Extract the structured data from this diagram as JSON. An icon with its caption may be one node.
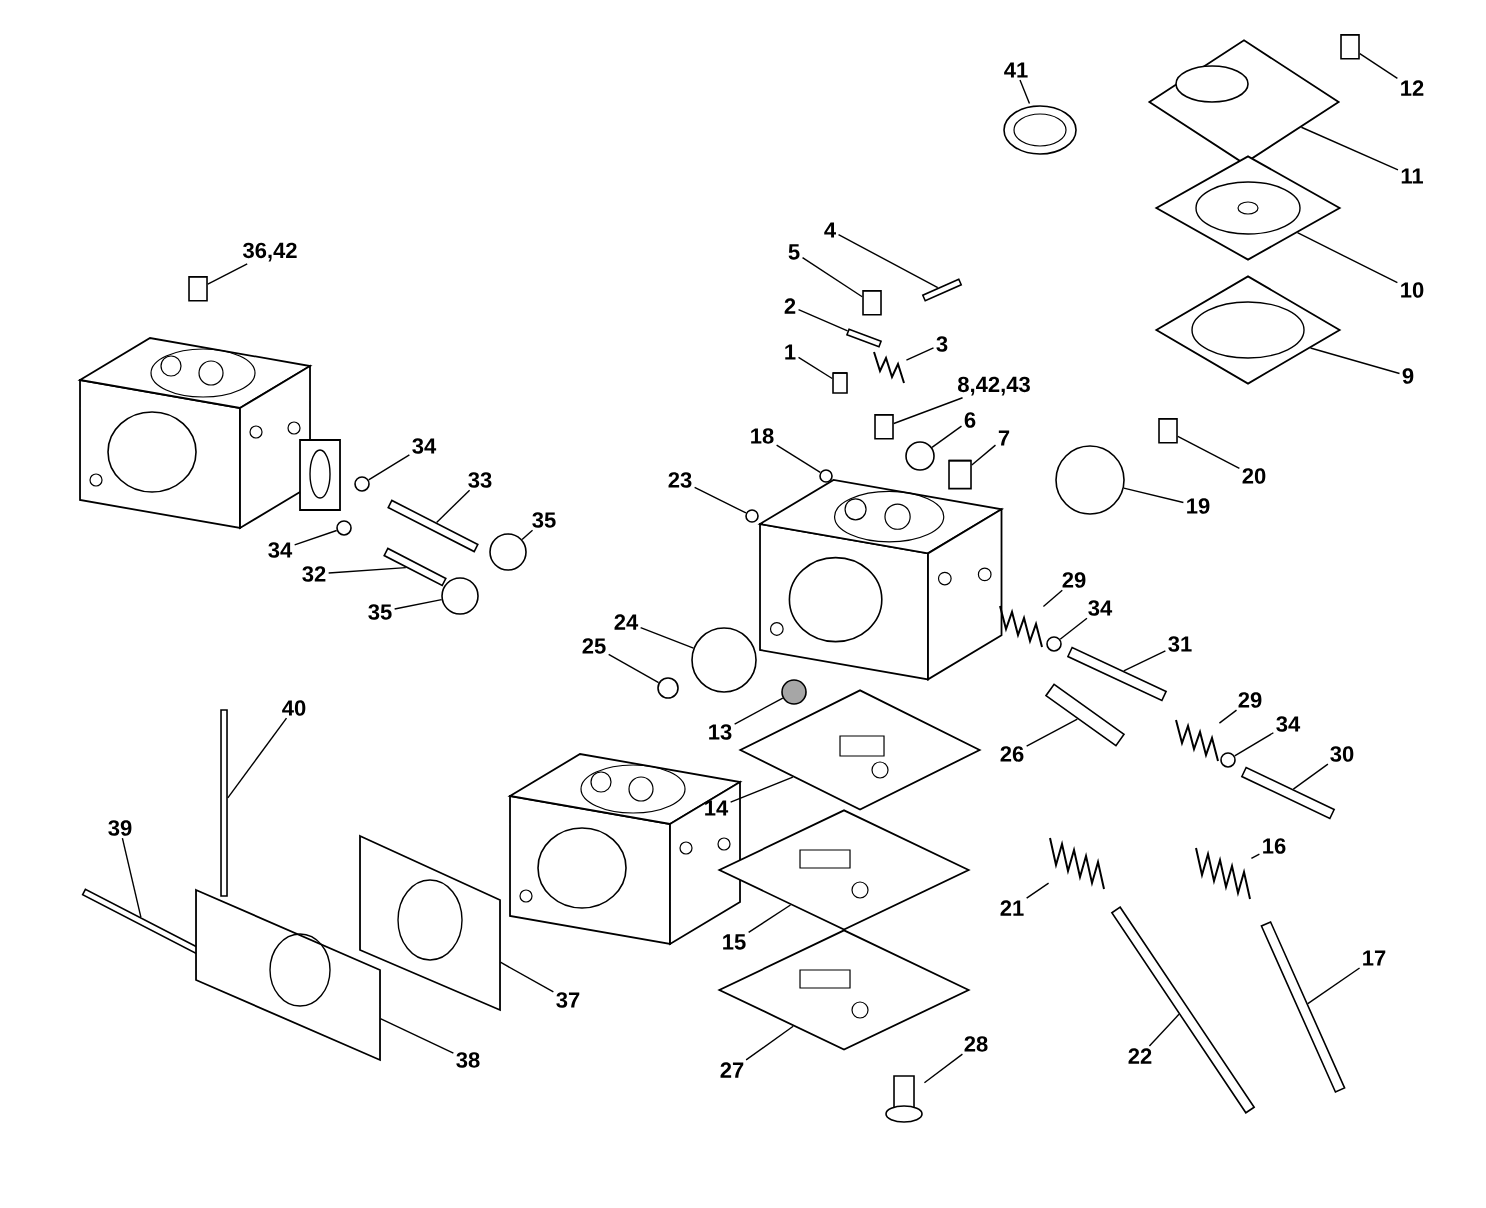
{
  "diagram": {
    "nodes": [
      {
        "text": [
          "41"
        ]
      },
      {
        "text": [
          "12"
        ]
      },
      {
        "text": [
          "11"
        ]
      },
      {
        "text": [
          "4"
        ]
      },
      {
        "text": [
          "5"
        ]
      },
      {
        "text": [
          "36,42"
        ]
      },
      {
        "text": [
          "10"
        ]
      },
      {
        "text": [
          "2"
        ]
      },
      {
        "text": [
          "3"
        ]
      },
      {
        "text": [
          "1"
        ]
      },
      {
        "text": [
          "9"
        ]
      },
      {
        "text": [
          "8,42,43"
        ]
      },
      {
        "text": [
          "6"
        ]
      },
      {
        "text": [
          "18"
        ]
      },
      {
        "text": [
          "7"
        ]
      },
      {
        "text": [
          "34"
        ]
      },
      {
        "text": [
          "20"
        ]
      },
      {
        "text": [
          "33"
        ]
      },
      {
        "text": [
          "23"
        ]
      },
      {
        "text": [
          "19"
        ]
      },
      {
        "text": [
          "35"
        ]
      },
      {
        "text": [
          "34"
        ]
      },
      {
        "text": [
          "32"
        ]
      },
      {
        "text": [
          "29"
        ]
      },
      {
        "text": [
          "34"
        ]
      },
      {
        "text": [
          "35"
        ]
      },
      {
        "text": [
          "24"
        ]
      },
      {
        "text": [
          "31"
        ]
      },
      {
        "text": [
          "25"
        ]
      },
      {
        "text": [
          "29"
        ]
      },
      {
        "text": [
          "40"
        ]
      },
      {
        "text": [
          "34"
        ]
      },
      {
        "text": [
          "13"
        ]
      },
      {
        "text": [
          "26"
        ]
      },
      {
        "text": [
          "30"
        ]
      },
      {
        "text": [
          "14"
        ]
      },
      {
        "text": [
          "39"
        ]
      },
      {
        "text": [
          "16"
        ]
      },
      {
        "text": [
          "21"
        ]
      },
      {
        "text": [
          "15"
        ]
      },
      {
        "text": [
          "17"
        ]
      },
      {
        "text": [
          "37"
        ]
      },
      {
        "text": [
          "28"
        ]
      },
      {
        "text": [
          "22"
        ]
      },
      {
        "text": [
          "38"
        ]
      },
      {
        "text": [
          "27"
        ]
      },
      {
        "text": [],
        "shape": "picture"
      },
      {
        "text": [],
        "shape": "cylinder"
      },
      {
        "text": [],
        "shape": "diamond"
      },
      {
        "text": [],
        "shape": "bar"
      },
      {
        "text": [],
        "shape": "cylinder"
      },
      {
        "text": [],
        "shape": "cylinder"
      },
      {
        "text": [],
        "shape": "diamond"
      },
      {
        "text": [],
        "shape": "bar"
      },
      {
        "text": [],
        "shape": "picture"
      },
      {
        "text": [],
        "shape": "cylinder"
      },
      {
        "text": [],
        "shape": "diamond"
      },
      {
        "text": [],
        "shape": "cylinder"
      },
      {
        "text": [],
        "shape": "circle"
      },
      {
        "text": [],
        "shape": "circle"
      },
      {
        "text": [],
        "shape": "cylinder"
      },
      {
        "text": [],
        "shape": "circle"
      },
      {
        "text": [],
        "shape": "cylinder"
      },
      {
        "text": [],
        "shape": "bar"
      },
      {
        "text": [],
        "shape": "circle"
      },
      {
        "text": [],
        "shape": "circle"
      },
      {
        "text": [],
        "shape": "circle"
      },
      {
        "text": [],
        "shape": "circle"
      },
      {
        "text": [],
        "shape": "bar"
      },
      {
        "text": [],
        "shape": "picture"
      },
      {
        "text": [],
        "shape": "circle"
      },
      {
        "text": [],
        "shape": "circle"
      },
      {
        "text": [],
        "shape": "circle"
      },
      {
        "text": [],
        "shape": "bar"
      },
      {
        "text": [],
        "shape": "circle"
      },
      {
        "text": [],
        "shape": "picture"
      },
      {
        "text": [],
        "shape": "bar"
      },
      {
        "text": [],
        "shape": "circle"
      },
      {
        "text": [],
        "shape": "circle"
      },
      {
        "text": [],
        "shape": "bar"
      },
      {
        "text": [],
        "shape": "bar"
      },
      {
        "text": [],
        "shape": "diamond"
      },
      {
        "text": [],
        "shape": "bar"
      },
      {
        "text": [],
        "shape": "picture"
      },
      {
        "text": [],
        "shape": "picture"
      },
      {
        "text": [],
        "shape": "diamond"
      },
      {
        "text": [],
        "shape": "bar"
      },
      {
        "text": [],
        "shape": "picture"
      },
      {
        "text": [],
        "shape": "picture"
      },
      {
        "text": [],
        "shape": "bar"
      },
      {
        "text": [],
        "shape": "picture"
      },
      {
        "text": [],
        "shape": "diamond"
      }
    ],
    "edges": [
      {
        "from": 0,
        "to": 46,
        "arrow": "none"
      },
      {
        "from": 1,
        "to": 47,
        "arrow": "none"
      },
      {
        "from": 2,
        "to": 48,
        "arrow": "none"
      },
      {
        "from": 3,
        "to": 49,
        "arrow": "none"
      },
      {
        "from": 4,
        "to": 50,
        "arrow": "none"
      },
      {
        "from": 5,
        "to": 51,
        "arrow": "none"
      },
      {
        "from": 6,
        "to": 52,
        "arrow": "none"
      },
      {
        "from": 7,
        "to": 53,
        "arrow": "none"
      },
      {
        "from": 8,
        "to": 54,
        "arrow": "none"
      },
      {
        "from": 9,
        "to": 55,
        "arrow": "none"
      },
      {
        "from": 10,
        "to": 56,
        "arrow": "none"
      },
      {
        "from": 11,
        "to": 57,
        "arrow": "none"
      },
      {
        "from": 12,
        "to": 58,
        "arrow": "none"
      },
      {
        "from": 13,
        "to": 59,
        "arrow": "none"
      },
      {
        "from": 14,
        "to": 60,
        "arrow": "none"
      },
      {
        "from": 15,
        "to": 61,
        "arrow": "none"
      },
      {
        "from": 16,
        "to": 62,
        "arrow": "none"
      },
      {
        "from": 17,
        "to": 63,
        "arrow": "none"
      },
      {
        "from": 18,
        "to": 64,
        "arrow": "none"
      },
      {
        "from": 19,
        "to": 65,
        "arrow": "none"
      },
      {
        "from": 20,
        "to": 66,
        "arrow": "none"
      },
      {
        "from": 21,
        "to": 67,
        "arrow": "none"
      },
      {
        "from": 22,
        "to": 68,
        "arrow": "none"
      },
      {
        "from": 23,
        "to": 69,
        "arrow": "none"
      },
      {
        "from": 24,
        "to": 70,
        "arrow": "none"
      },
      {
        "from": 25,
        "to": 71,
        "arrow": "none"
      },
      {
        "from": 26,
        "to": 72,
        "arrow": "none"
      },
      {
        "from": 27,
        "to": 73,
        "arrow": "none"
      },
      {
        "from": 28,
        "to": 74,
        "arrow": "none"
      },
      {
        "from": 29,
        "to": 75,
        "arrow": "none"
      },
      {
        "from": 30,
        "to": 76,
        "arrow": "none"
      },
      {
        "from": 31,
        "to": 77,
        "arrow": "none"
      },
      {
        "from": 32,
        "to": 78,
        "arrow": "none"
      },
      {
        "from": 33,
        "to": 79,
        "arrow": "none"
      },
      {
        "from": 34,
        "to": 80,
        "arrow": "none"
      },
      {
        "from": 35,
        "to": 81,
        "arrow": "none"
      },
      {
        "from": 36,
        "to": 82,
        "arrow": "none"
      },
      {
        "from": 37,
        "to": 83,
        "arrow": "none"
      },
      {
        "from": 38,
        "to": 84,
        "arrow": "none"
      },
      {
        "from": 39,
        "to": 85,
        "arrow": "none"
      },
      {
        "from": 40,
        "to": 86,
        "arrow": "none"
      },
      {
        "from": 41,
        "to": 87,
        "arrow": "none"
      },
      {
        "from": 42,
        "to": 88,
        "arrow": "none"
      },
      {
        "from": 43,
        "to": 89,
        "arrow": "none"
      },
      {
        "from": 44,
        "to": 90,
        "arrow": "none"
      },
      {
        "from": 45,
        "to": 91,
        "arrow": "none"
      }
    ]
  }
}
